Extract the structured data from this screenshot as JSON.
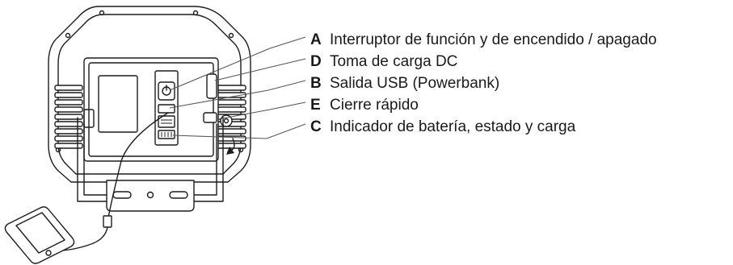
{
  "legend": [
    {
      "letter": "A",
      "text": "Interruptor de función y de encendido / apagado"
    },
    {
      "letter": "D",
      "text": "Toma de carga DC"
    },
    {
      "letter": "B",
      "text": "Salida USB (Powerbank)"
    },
    {
      "letter": "E",
      "text": "Cierre rápido"
    },
    {
      "letter": "C",
      "text": "Indicador de batería, estado y carga"
    }
  ]
}
